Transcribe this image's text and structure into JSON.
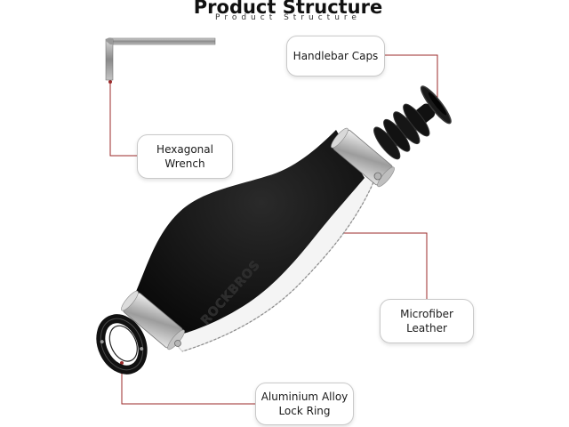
{
  "header": {
    "title": "Product Structure",
    "subtitle": "Product Structure"
  },
  "labels": {
    "handlebar_caps": "Handlebar Caps",
    "hex_wrench_line1": "Hexagonal",
    "hex_wrench_line2": "Wrench",
    "microfiber_line1": "Microfiber",
    "microfiber_line2": "Leather",
    "lock_ring_line1": "Aluminium Alloy",
    "lock_ring_line2": "Lock Ring"
  },
  "product": {
    "brand_logo": "ROCKBROS"
  },
  "colors": {
    "leader_line": "#9b2a2a",
    "grip_body": "#0d0d0d",
    "aluminium": "#c8c8c8"
  }
}
